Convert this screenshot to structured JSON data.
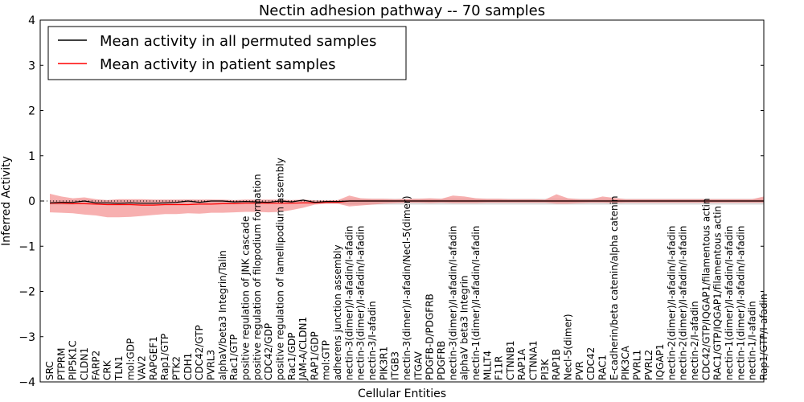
{
  "chart_data": {
    "type": "line",
    "title": "Nectin adhesion pathway -- 70 samples",
    "xlabel": "Cellular Entities",
    "ylabel": "Inferred Activity",
    "ylim": [
      -4,
      4
    ],
    "yticks": [
      "4",
      "3",
      "2",
      "1",
      "0",
      "−1",
      "−2",
      "−3",
      "−4"
    ],
    "legend_placement": "top-left",
    "categories": [
      "SRC",
      "PTPRM",
      "PIP5K1C",
      "CLDN1",
      "FARP2",
      "CRK",
      "TLN1",
      "mol:GDP",
      "VAV2",
      "RAPGEF1",
      "Rap1/GTP",
      "PTK2",
      "CDH1",
      "CDC42/GTP",
      "PVRL3",
      "alphaV/beta3 Integrin/Talin",
      "Rac1/GTP",
      "positive regulation of JNK cascade",
      "positive regulation of filopodium formation",
      "CDC42/GDP",
      "positive regulation of lamellipodium assembly",
      "Rac1/GDP",
      "JAM-A/CLDN1",
      "RAP1/GDP",
      "mol:GTP",
      "adherens junction assembly",
      "nectin-3(dimer)/I-afadin/I-afadin",
      "nectin-3(dimer)/I-afadin/I-afadin",
      "nectin-3/I-afadin",
      "PIK3R1",
      "ITGB3",
      "nectin-3(dimer)/I-afadin/Necl-5(dimer)",
      "ITGAV",
      "PDGFB-D/PDGFRB",
      "PDGFRB",
      "nectin-3(dimer)/I-afadin/I-afadin",
      "alphaV beta3 Integrin",
      "nectin-1(dimer)/I-afadin/I-afadin",
      "MLLT4",
      "F11R",
      "CTNNB1",
      "RAP1A",
      "CTNNA1",
      "PI3K",
      "RAP1B",
      "Necl-5(dimer)",
      "PVR",
      "CDC42",
      "RAC1",
      "E-cadherin/beta catenin/alpha catenin",
      "PIK3CA",
      "PVRL1",
      "PVRL2",
      "IQGAP1",
      "nectin-2(dimer)/I-afadin/I-afadin",
      "nectin-2(dimer)/I-afadin/I-afadin",
      "nectin-2/I-afadin",
      "CDC42/GTP/IQGAP1/filamentous actin",
      "RAC1/GTP/IQGAP1/filamentous actin",
      "nectin-1(dimer)/I-afadin/I-afadin",
      "nectin-1(dimer)/I-afadin/I-afadin",
      "nectin-1/I-afadin",
      "Rap1/GTP/I-afadin"
    ],
    "series": [
      {
        "name": "Mean activity in all permuted samples",
        "color": "#000000",
        "values": [
          -0.04,
          -0.03,
          -0.03,
          0.0,
          -0.04,
          -0.04,
          -0.05,
          -0.04,
          -0.05,
          -0.05,
          -0.04,
          -0.03,
          0.0,
          -0.03,
          0.0,
          0.0,
          -0.02,
          -0.01,
          -0.02,
          -0.03,
          0.0,
          -0.02,
          0.02,
          -0.03,
          -0.01,
          -0.01,
          0.0,
          0.0,
          0.0,
          0.0,
          0.0,
          0.0,
          0.0,
          0.0,
          0.0,
          0.0,
          0.0,
          0.0,
          0.0,
          0.0,
          0.0,
          0.0,
          0.0,
          0.0,
          0.0,
          0.0,
          0.0,
          0.0,
          0.0,
          0.0,
          0.0,
          0.0,
          0.0,
          0.0,
          0.0,
          0.0,
          0.0,
          0.0,
          0.0,
          0.0,
          0.0,
          0.0,
          0.0
        ],
        "band_upper": [
          0.02,
          0.02,
          0.02,
          0.03,
          0.02,
          0.02,
          0.02,
          0.02,
          0.02,
          0.02,
          0.02,
          0.02,
          0.03,
          0.02,
          0.03,
          0.02,
          0.02,
          0.02,
          0.02,
          0.02,
          0.02,
          0.02,
          0.03,
          0.02,
          0.02,
          0.02,
          0.05,
          0.05,
          0.05,
          0.05,
          0.05,
          0.05,
          0.05,
          0.05,
          0.05,
          0.05,
          0.05,
          0.05,
          0.05,
          0.05,
          0.05,
          0.05,
          0.05,
          0.05,
          0.05,
          0.05,
          0.05,
          0.05,
          0.05,
          0.05,
          0.05,
          0.05,
          0.05,
          0.05,
          0.05,
          0.05,
          0.05,
          0.05,
          0.05,
          0.05,
          0.05,
          0.05,
          0.05
        ],
        "band_lower": [
          -0.08,
          -0.08,
          -0.08,
          -0.05,
          -0.08,
          -0.08,
          -0.08,
          -0.08,
          -0.08,
          -0.08,
          -0.08,
          -0.08,
          -0.05,
          -0.08,
          -0.05,
          -0.05,
          -0.06,
          -0.06,
          -0.06,
          -0.06,
          -0.05,
          -0.06,
          -0.05,
          -0.06,
          -0.06,
          -0.06,
          -0.08,
          -0.08,
          -0.08,
          -0.08,
          -0.08,
          -0.08,
          -0.08,
          -0.08,
          -0.08,
          -0.08,
          -0.08,
          -0.08,
          -0.08,
          -0.08,
          -0.08,
          -0.08,
          -0.08,
          -0.08,
          -0.08,
          -0.08,
          -0.08,
          -0.08,
          -0.08,
          -0.08,
          -0.08,
          -0.08,
          -0.08,
          -0.08,
          -0.08,
          -0.08,
          -0.08,
          -0.08,
          -0.08,
          -0.08,
          -0.08,
          -0.08,
          -0.08
        ]
      },
      {
        "name": "Mean activity in patient samples",
        "color": "#ff0000",
        "values": [
          -0.05,
          -0.05,
          -0.06,
          -0.06,
          -0.07,
          -0.08,
          -0.08,
          -0.08,
          -0.09,
          -0.09,
          -0.08,
          -0.08,
          -0.08,
          -0.07,
          -0.07,
          -0.06,
          -0.06,
          -0.05,
          -0.05,
          -0.05,
          -0.05,
          -0.05,
          -0.04,
          -0.04,
          -0.03,
          -0.03,
          0.0,
          0.0,
          0.0,
          0.0,
          0.0,
          0.0,
          0.0,
          0.0,
          0.0,
          0.0,
          0.0,
          0.0,
          0.0,
          0.0,
          0.0,
          0.0,
          0.0,
          0.0,
          0.0,
          0.0,
          0.0,
          0.0,
          0.0,
          0.0,
          0.0,
          0.0,
          0.0,
          0.0,
          0.0,
          0.0,
          0.0,
          0.0,
          0.0,
          0.0,
          0.0,
          0.0,
          0.0
        ],
        "band_upper": [
          0.16,
          0.1,
          0.06,
          0.08,
          0.04,
          0.02,
          0.04,
          0.04,
          0.04,
          0.03,
          0.03,
          0.03,
          0.03,
          0.03,
          0.03,
          0.03,
          0.02,
          0.03,
          0.03,
          0.03,
          0.03,
          0.02,
          0.03,
          0.01,
          0.01,
          0.02,
          0.12,
          0.06,
          0.05,
          0.05,
          0.04,
          0.05,
          0.05,
          0.06,
          0.05,
          0.12,
          0.1,
          0.06,
          0.05,
          0.05,
          0.04,
          0.04,
          0.04,
          0.03,
          0.15,
          0.06,
          0.04,
          0.04,
          0.1,
          0.07,
          0.04,
          0.04,
          0.04,
          0.04,
          0.04,
          0.04,
          0.04,
          0.04,
          0.04,
          0.04,
          0.04,
          0.04,
          0.1
        ],
        "band_lower": [
          -0.25,
          -0.26,
          -0.27,
          -0.3,
          -0.32,
          -0.36,
          -0.36,
          -0.35,
          -0.33,
          -0.31,
          -0.29,
          -0.29,
          -0.27,
          -0.28,
          -0.26,
          -0.26,
          -0.25,
          -0.24,
          -0.24,
          -0.25,
          -0.24,
          -0.2,
          -0.15,
          -0.08,
          -0.06,
          -0.06,
          -0.12,
          -0.1,
          -0.08,
          -0.06,
          -0.05,
          -0.04,
          -0.04,
          -0.05,
          -0.04,
          -0.05,
          -0.05,
          -0.05,
          -0.04,
          -0.04,
          -0.04,
          -0.04,
          -0.04,
          -0.04,
          -0.06,
          -0.06,
          -0.05,
          -0.04,
          -0.04,
          -0.05,
          -0.04,
          -0.04,
          -0.04,
          -0.04,
          -0.04,
          -0.04,
          -0.04,
          -0.04,
          -0.04,
          -0.04,
          -0.04,
          -0.04,
          -0.04
        ]
      }
    ]
  }
}
